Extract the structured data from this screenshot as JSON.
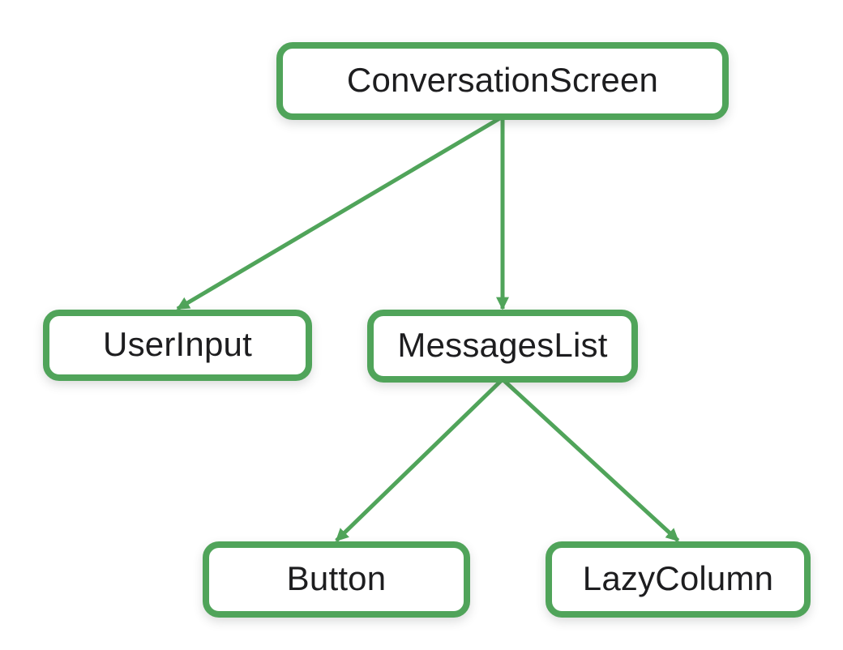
{
  "diagram": {
    "type": "tree",
    "background": "#ffffff",
    "colors": {
      "node_border": "#50A45A",
      "node_fill": "#ffffff",
      "arrow": "#50A45A",
      "text": "#1d1d1f"
    },
    "arrow_stroke_width": 5,
    "nodes": [
      {
        "id": "conversation-screen",
        "label": "ConversationScreen"
      },
      {
        "id": "user-input",
        "label": "UserInput"
      },
      {
        "id": "messages-list",
        "label": "MessagesList"
      },
      {
        "id": "button",
        "label": "Button"
      },
      {
        "id": "lazy-column",
        "label": "LazyColumn"
      }
    ],
    "edges": [
      {
        "from": "conversation-screen",
        "to": "user-input"
      },
      {
        "from": "conversation-screen",
        "to": "messages-list"
      },
      {
        "from": "messages-list",
        "to": "button"
      },
      {
        "from": "messages-list",
        "to": "lazy-column"
      }
    ]
  }
}
